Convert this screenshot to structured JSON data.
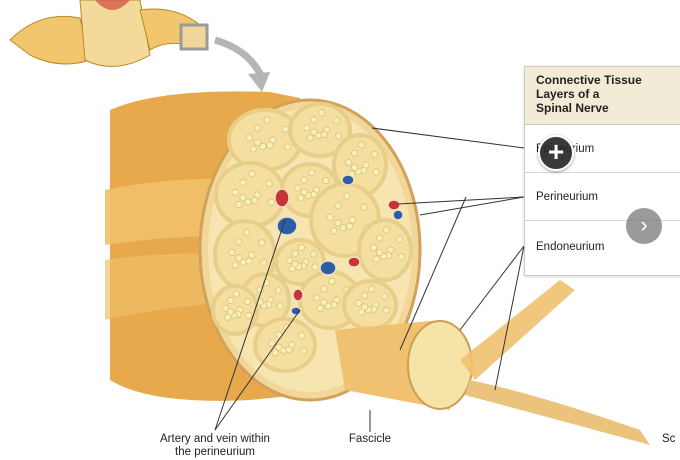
{
  "legend": {
    "title": "Connective Tissue\nLayers of a\nSpinal Nerve",
    "items": [
      "Epineurium",
      "Perineurium",
      "Endoneurium"
    ]
  },
  "labels": {
    "artery_vein": "Artery and vein within\nthe perineurium",
    "fascicle": "Fascicle",
    "partial_right": "Sc"
  },
  "controls": {
    "zoom_icon": "plus-icon",
    "next_icon": "chevron-right-icon"
  },
  "colors": {
    "nerve_sheath": "#e8a94c",
    "fascicle_fill": "#f4dfa0",
    "axon_fill": "#f7efb8",
    "artery": "#c8323a",
    "vein": "#2a5ea8",
    "legend_header": "#f2ecd7"
  }
}
